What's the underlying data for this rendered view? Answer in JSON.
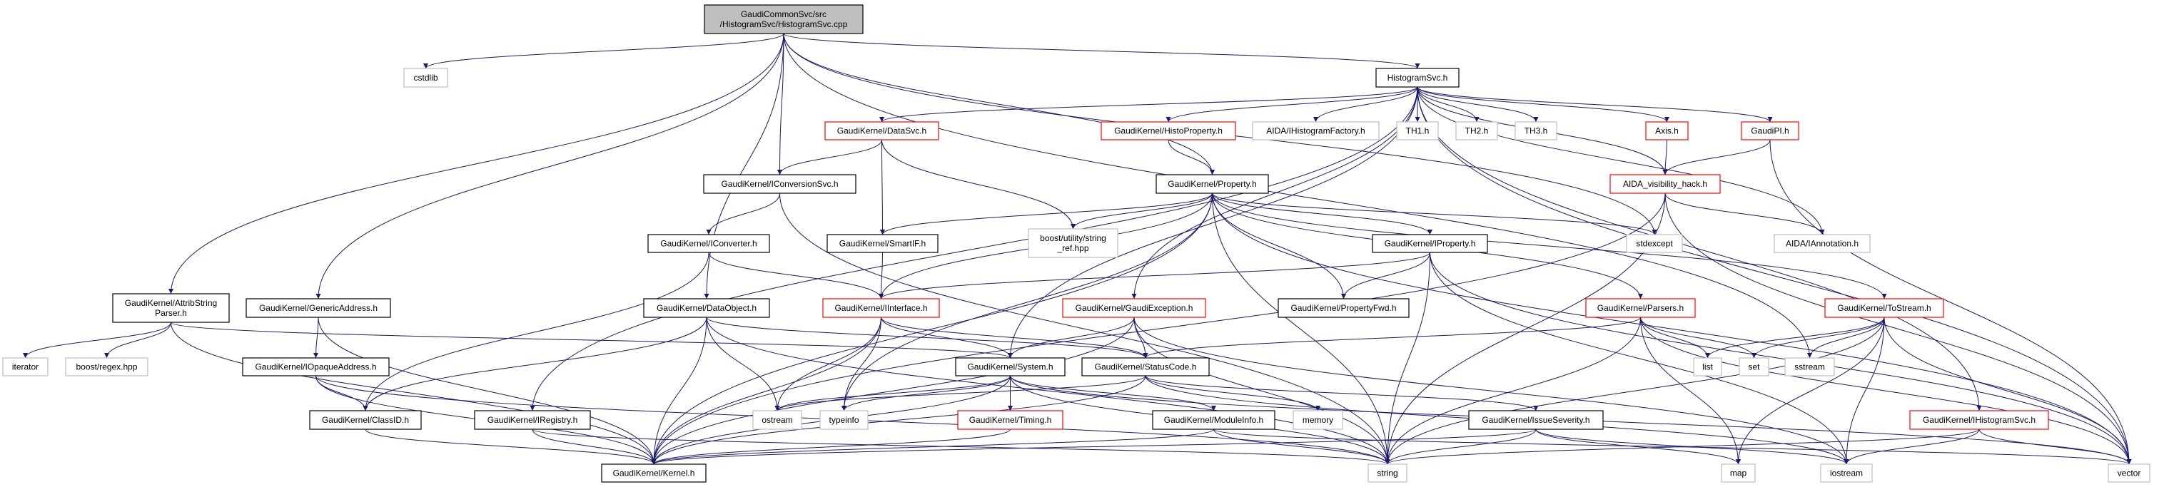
{
  "colors": {
    "edge": "#191970",
    "incomplete_border": "#ff0000",
    "internal_border": "#000000",
    "external_border": "#bfbfbf",
    "root_fill": "#bfbfbf"
  },
  "nodes": [
    {
      "id": "root",
      "lines": [
        "GaudiCommonSvc/src",
        "/HistogramSvc/HistogramSvc.cpp"
      ],
      "kind": "root"
    },
    {
      "id": "cstdlib",
      "lines": [
        "cstdlib"
      ],
      "kind": "ext"
    },
    {
      "id": "histosvc",
      "lines": [
        "HistogramSvc.h"
      ],
      "kind": "int"
    },
    {
      "id": "datasvc",
      "lines": [
        "GaudiKernel/DataSvc.h"
      ],
      "kind": "inc"
    },
    {
      "id": "histoprop",
      "lines": [
        "GaudiKernel/HistoProperty.h"
      ],
      "kind": "inc"
    },
    {
      "id": "ihfactory",
      "lines": [
        "AIDA/IHistogramFactory.h"
      ],
      "kind": "ext"
    },
    {
      "id": "th1",
      "lines": [
        "TH1.h"
      ],
      "kind": "ext"
    },
    {
      "id": "th2",
      "lines": [
        "TH2.h"
      ],
      "kind": "ext"
    },
    {
      "id": "th3",
      "lines": [
        "TH3.h"
      ],
      "kind": "ext"
    },
    {
      "id": "axis",
      "lines": [
        "Axis.h"
      ],
      "kind": "inc"
    },
    {
      "id": "gaudipi",
      "lines": [
        "GaudiPI.h"
      ],
      "kind": "inc"
    },
    {
      "id": "iconvsvc",
      "lines": [
        "GaudiKernel/IConversionSvc.h"
      ],
      "kind": "int"
    },
    {
      "id": "property",
      "lines": [
        "GaudiKernel/Property.h"
      ],
      "kind": "int"
    },
    {
      "id": "aidahack",
      "lines": [
        "AIDA_visibility_hack.h"
      ],
      "kind": "inc"
    },
    {
      "id": "iconverter",
      "lines": [
        "GaudiKernel/IConverter.h"
      ],
      "kind": "int"
    },
    {
      "id": "smartif",
      "lines": [
        "GaudiKernel/SmartIF.h"
      ],
      "kind": "int"
    },
    {
      "id": "stringref",
      "lines": [
        "boost/utility/string",
        "_ref.hpp"
      ],
      "kind": "ext"
    },
    {
      "id": "iproperty",
      "lines": [
        "GaudiKernel/IProperty.h"
      ],
      "kind": "int"
    },
    {
      "id": "stdexcept",
      "lines": [
        "stdexcept"
      ],
      "kind": "ext"
    },
    {
      "id": "iannotation",
      "lines": [
        "AIDA/IAnnotation.h"
      ],
      "kind": "ext"
    },
    {
      "id": "attrib",
      "lines": [
        "GaudiKernel/AttribString",
        "Parser.h"
      ],
      "kind": "int"
    },
    {
      "id": "genaddr",
      "lines": [
        "GaudiKernel/GenericAddress.h"
      ],
      "kind": "int"
    },
    {
      "id": "dataobj",
      "lines": [
        "GaudiKernel/DataObject.h"
      ],
      "kind": "int"
    },
    {
      "id": "iinterface",
      "lines": [
        "GaudiKernel/IInterface.h"
      ],
      "kind": "inc"
    },
    {
      "id": "gexception",
      "lines": [
        "GaudiKernel/GaudiException.h"
      ],
      "kind": "inc"
    },
    {
      "id": "propfwd",
      "lines": [
        "GaudiKernel/PropertyFwd.h"
      ],
      "kind": "int"
    },
    {
      "id": "parsers",
      "lines": [
        "GaudiKernel/Parsers.h"
      ],
      "kind": "inc"
    },
    {
      "id": "tostream",
      "lines": [
        "GaudiKernel/ToStream.h"
      ],
      "kind": "inc"
    },
    {
      "id": "iterator",
      "lines": [
        "iterator"
      ],
      "kind": "ext"
    },
    {
      "id": "regex",
      "lines": [
        "boost/regex.hpp"
      ],
      "kind": "ext"
    },
    {
      "id": "iopaque",
      "lines": [
        "GaudiKernel/IOpaqueAddress.h"
      ],
      "kind": "int"
    },
    {
      "id": "system",
      "lines": [
        "GaudiKernel/System.h"
      ],
      "kind": "int"
    },
    {
      "id": "statuscode",
      "lines": [
        "GaudiKernel/StatusCode.h"
      ],
      "kind": "int"
    },
    {
      "id": "list",
      "lines": [
        "list"
      ],
      "kind": "ext"
    },
    {
      "id": "set",
      "lines": [
        "set"
      ],
      "kind": "ext"
    },
    {
      "id": "sstream",
      "lines": [
        "sstream"
      ],
      "kind": "ext"
    },
    {
      "id": "classid",
      "lines": [
        "GaudiKernel/ClassID.h"
      ],
      "kind": "int"
    },
    {
      "id": "iregistry",
      "lines": [
        "GaudiKernel/IRegistry.h"
      ],
      "kind": "int"
    },
    {
      "id": "ostream",
      "lines": [
        "ostream"
      ],
      "kind": "ext"
    },
    {
      "id": "typeinfo",
      "lines": [
        "typeinfo"
      ],
      "kind": "ext"
    },
    {
      "id": "timing",
      "lines": [
        "GaudiKernel/Timing.h"
      ],
      "kind": "inc"
    },
    {
      "id": "moduleinfo",
      "lines": [
        "GaudiKernel/ModuleInfo.h"
      ],
      "kind": "int"
    },
    {
      "id": "memory",
      "lines": [
        "memory"
      ],
      "kind": "ext"
    },
    {
      "id": "issuesev",
      "lines": [
        "GaudiKernel/IssueSeverity.h"
      ],
      "kind": "int"
    },
    {
      "id": "ihistosvc",
      "lines": [
        "GaudiKernel/IHistogramSvc.h"
      ],
      "kind": "inc"
    },
    {
      "id": "kernel",
      "lines": [
        "GaudiKernel/Kernel.h"
      ],
      "kind": "int"
    },
    {
      "id": "string",
      "lines": [
        "string"
      ],
      "kind": "ext"
    },
    {
      "id": "map",
      "lines": [
        "map"
      ],
      "kind": "ext"
    },
    {
      "id": "iostream",
      "lines": [
        "iostream"
      ],
      "kind": "ext"
    },
    {
      "id": "vector",
      "lines": [
        "vector"
      ],
      "kind": "ext"
    }
  ],
  "edges": [
    [
      "root",
      "cstdlib"
    ],
    [
      "root",
      "histosvc"
    ],
    [
      "root",
      "attrib"
    ],
    [
      "root",
      "genaddr"
    ],
    [
      "root",
      "dataobj"
    ],
    [
      "root",
      "iconvsvc"
    ],
    [
      "root",
      "property"
    ],
    [
      "root",
      "stdexcept"
    ],
    [
      "root",
      "sstream"
    ],
    [
      "histosvc",
      "datasvc"
    ],
    [
      "histosvc",
      "histoprop"
    ],
    [
      "histosvc",
      "ihfactory"
    ],
    [
      "histosvc",
      "th1"
    ],
    [
      "histosvc",
      "th2"
    ],
    [
      "histosvc",
      "th3"
    ],
    [
      "histosvc",
      "axis"
    ],
    [
      "histosvc",
      "gaudipi"
    ],
    [
      "histosvc",
      "aidahack"
    ],
    [
      "histosvc",
      "iannotation"
    ],
    [
      "histosvc",
      "iregistry"
    ],
    [
      "histosvc",
      "system"
    ],
    [
      "histosvc",
      "gexception"
    ],
    [
      "histosvc",
      "ihistosvc"
    ],
    [
      "histosvc",
      "vector"
    ],
    [
      "datasvc",
      "iconvsvc"
    ],
    [
      "datasvc",
      "smartif"
    ],
    [
      "datasvc",
      "stringref"
    ],
    [
      "histoprop",
      "property"
    ],
    [
      "axis",
      "aidahack"
    ],
    [
      "gaudipi",
      "aidahack"
    ],
    [
      "gaudipi",
      "vector"
    ],
    [
      "aidahack",
      "iannotation"
    ],
    [
      "aidahack",
      "string"
    ],
    [
      "aidahack",
      "kernel"
    ],
    [
      "aidahack",
      "vector"
    ],
    [
      "iconvsvc",
      "iconverter"
    ],
    [
      "iconvsvc",
      "string"
    ],
    [
      "property",
      "smartif"
    ],
    [
      "property",
      "stringref"
    ],
    [
      "property",
      "iproperty"
    ],
    [
      "property",
      "propfwd"
    ],
    [
      "property",
      "string"
    ],
    [
      "property",
      "parsers"
    ],
    [
      "property",
      "tostream"
    ],
    [
      "property",
      "stdexcept"
    ],
    [
      "property",
      "typeinfo"
    ],
    [
      "property",
      "kernel"
    ],
    [
      "property",
      "iinterface"
    ],
    [
      "property",
      "vector"
    ],
    [
      "iconverter",
      "iinterface"
    ],
    [
      "iconverter",
      "classid"
    ],
    [
      "smartif",
      "iinterface"
    ],
    [
      "iproperty",
      "iinterface"
    ],
    [
      "iproperty",
      "propfwd"
    ],
    [
      "iproperty",
      "string"
    ],
    [
      "iproperty",
      "vector"
    ],
    [
      "iproperty",
      "iostream"
    ],
    [
      "attrib",
      "iterator"
    ],
    [
      "attrib",
      "regex"
    ],
    [
      "attrib",
      "kernel"
    ],
    [
      "attrib",
      "system"
    ],
    [
      "genaddr",
      "iopaque"
    ],
    [
      "genaddr",
      "kernel"
    ],
    [
      "dataobj",
      "classid"
    ],
    [
      "dataobj",
      "statuscode"
    ],
    [
      "dataobj",
      "ostream"
    ],
    [
      "dataobj",
      "string"
    ],
    [
      "dataobj",
      "kernel"
    ],
    [
      "iinterface",
      "system"
    ],
    [
      "iinterface",
      "statuscode"
    ],
    [
      "iinterface",
      "ostream"
    ],
    [
      "iinterface",
      "typeinfo"
    ],
    [
      "iinterface",
      "kernel"
    ],
    [
      "gexception",
      "system"
    ],
    [
      "gexception",
      "statuscode"
    ],
    [
      "gexception",
      "string"
    ],
    [
      "gexception",
      "kernel"
    ],
    [
      "gexception",
      "iostream"
    ],
    [
      "parsers",
      "statuscode"
    ],
    [
      "parsers",
      "list"
    ],
    [
      "parsers",
      "set"
    ],
    [
      "parsers",
      "map"
    ],
    [
      "parsers",
      "string"
    ],
    [
      "parsers",
      "vector"
    ],
    [
      "tostream",
      "list"
    ],
    [
      "tostream",
      "set"
    ],
    [
      "tostream",
      "sstream"
    ],
    [
      "tostream",
      "map"
    ],
    [
      "tostream",
      "iostream"
    ],
    [
      "tostream",
      "string"
    ],
    [
      "tostream",
      "vector"
    ],
    [
      "iopaque",
      "classid"
    ],
    [
      "iopaque",
      "kernel"
    ],
    [
      "iopaque",
      "string"
    ],
    [
      "system",
      "ostream"
    ],
    [
      "system",
      "typeinfo"
    ],
    [
      "system",
      "timing"
    ],
    [
      "system",
      "moduleinfo"
    ],
    [
      "system",
      "kernel"
    ],
    [
      "system",
      "string"
    ],
    [
      "system",
      "vector"
    ],
    [
      "statuscode",
      "ostream"
    ],
    [
      "statuscode",
      "issuesev"
    ],
    [
      "statuscode",
      "kernel"
    ],
    [
      "statuscode",
      "memory"
    ],
    [
      "statuscode",
      "iostream"
    ],
    [
      "classid",
      "kernel"
    ],
    [
      "iregistry",
      "kernel"
    ],
    [
      "iregistry",
      "string"
    ],
    [
      "timing",
      "kernel"
    ],
    [
      "moduleinfo",
      "kernel"
    ],
    [
      "moduleinfo",
      "string"
    ],
    [
      "moduleinfo",
      "vector"
    ],
    [
      "issuesev",
      "kernel"
    ],
    [
      "issuesev",
      "string"
    ],
    [
      "issuesev",
      "map"
    ],
    [
      "issuesev",
      "iostream"
    ],
    [
      "ihistosvc",
      "string"
    ],
    [
      "ihistosvc",
      "iostream"
    ],
    [
      "ihistosvc",
      "vector"
    ]
  ]
}
